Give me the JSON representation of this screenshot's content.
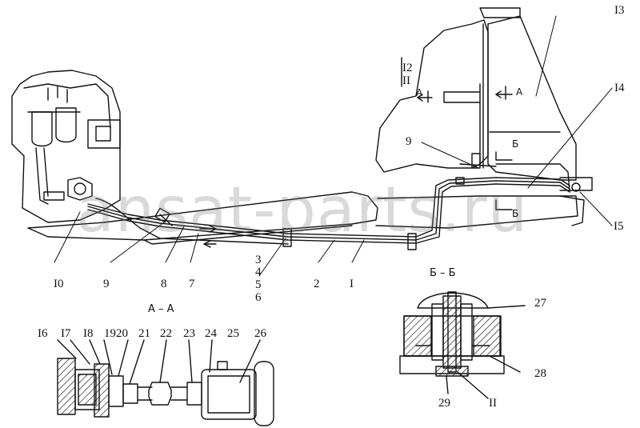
{
  "watermark": "ansat-parts.ru",
  "sections": {
    "aa": "А – А",
    "bb": "Б – Б"
  },
  "markers": {
    "a1": "А",
    "a2": "А",
    "b1": "Б",
    "b2": "Б"
  },
  "callouts": {
    "c13": "I3",
    "c14": "I4",
    "c15": "I5",
    "c12": "I2",
    "c11a": "II",
    "c9r": "9",
    "c10": "I0",
    "c9": "9",
    "c8": "8",
    "c7": "7",
    "c3": "3",
    "c4": "4",
    "c5": "5",
    "c6": "6",
    "c2": "2",
    "c1": "I",
    "c16": "I6",
    "c17": "I7",
    "c18": "I8",
    "c1920": "1920",
    "c21": "21",
    "c22": "22",
    "c23": "23",
    "c24": "24",
    "c25": "25",
    "c26": "26",
    "c27": "27",
    "c28": "28",
    "c29": "29",
    "c11b": "II"
  }
}
